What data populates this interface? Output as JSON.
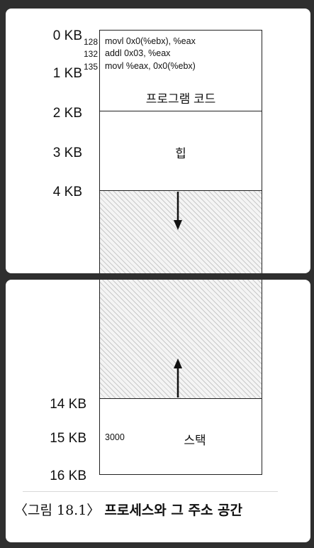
{
  "memory_labels": {
    "kb0": "0 KB",
    "kb1": "1 KB",
    "kb2": "2 KB",
    "kb3": "3 KB",
    "kb4": "4 KB",
    "kb14": "14 KB",
    "kb15": "15 KB",
    "kb16": "16 KB"
  },
  "code": {
    "lines": [
      {
        "addr": "128",
        "instr": "movl 0x0(%ebx), %eax"
      },
      {
        "addr": "132",
        "instr": "addl 0x03, %eax"
      },
      {
        "addr": "135",
        "instr": "movl %eax, 0x0(%ebx)"
      }
    ]
  },
  "segments": {
    "code": "프로그램 코드",
    "heap": "힙",
    "stack": "스택",
    "stack_value": "3000"
  },
  "caption": {
    "figure": "〈그림 18.1〉",
    "title": "프로세스와 그 주소 공간"
  },
  "colors": {
    "background": "#2f2f2f",
    "card": "#ffffff",
    "hatch": "#c9c9c9"
  }
}
